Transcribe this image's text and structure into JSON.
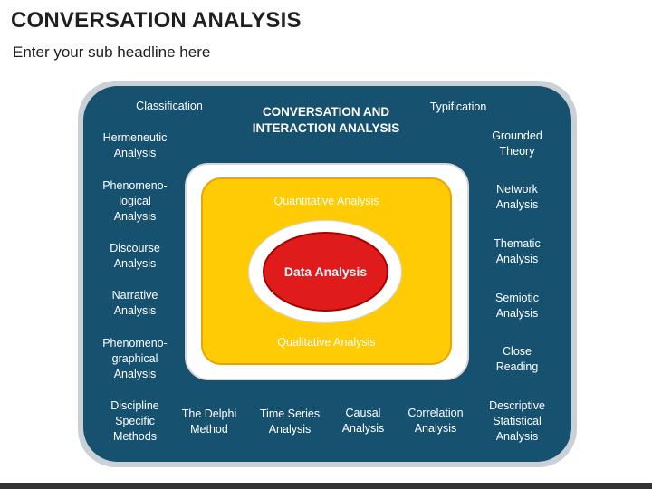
{
  "header": {
    "title": "CONVERSATION ANALYSIS",
    "subtitle": "Enter your sub headline here"
  },
  "diagram": {
    "center_title": "CONVERSATION AND\nINTERACTION ANALYSIS",
    "labels": {
      "classification": "Classification",
      "typification": "Typification",
      "hermeneutic": "Hermeneutic\nAnalysis",
      "phenomenological": "Phenomeno-\nlogical\nAnalysis",
      "discourse": "Discourse\nAnalysis",
      "narrative": "Narrative\nAnalysis",
      "phenomenographical": "Phenomeno-\ngraphical\nAnalysis",
      "discipline_specific": "Discipline\nSpecific\nMethods",
      "delphi": "The Delphi\nMethod",
      "time_series": "Time Series\nAnalysis",
      "causal": "Causal\nAnalysis",
      "correlation": "Correlation\nAnalysis",
      "descriptive_statistical": "Descriptive\nStatistical\nAnalysis",
      "grounded_theory": "Grounded\nTheory",
      "network": "Network\nAnalysis",
      "thematic": "Thematic\nAnalysis",
      "semiotic": "Semiotic\nAnalysis",
      "close_reading": "Close\nReading"
    },
    "quantitative": "Quantitative Analysis",
    "qualitative": "Qualitative Analysis",
    "core": "Data Analysis"
  },
  "colors": {
    "outer_box": "#16516f",
    "middle_box": "#ffffff",
    "inner_box": "#ffcb05",
    "core": "#e01b1b"
  }
}
